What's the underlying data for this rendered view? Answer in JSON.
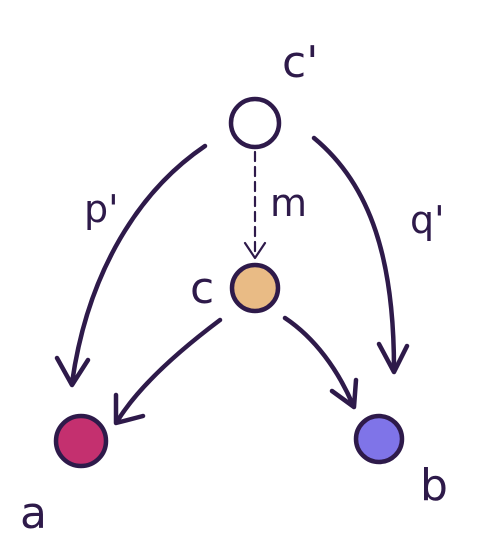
{
  "colors": {
    "ink": "#2e1a4a",
    "node_c_prime": "#ffffff",
    "node_c": "#e9bb85",
    "node_a": "#c4306f",
    "node_b": "#7f74e8"
  },
  "nodes": {
    "c_prime": {
      "label": "c'"
    },
    "c": {
      "label": "c"
    },
    "a": {
      "label": "a"
    },
    "b": {
      "label": "b"
    }
  },
  "edges": {
    "p_prime": {
      "label": "p'",
      "from": "c'",
      "to": "a",
      "style": "solid"
    },
    "q_prime": {
      "label": "q'",
      "from": "c'",
      "to": "b",
      "style": "solid"
    },
    "m": {
      "label": "m",
      "from": "c'",
      "to": "c",
      "style": "dashed"
    },
    "c_to_a": {
      "label": "",
      "from": "c",
      "to": "a",
      "style": "solid"
    },
    "c_to_b": {
      "label": "",
      "from": "c",
      "to": "b",
      "style": "solid"
    }
  }
}
